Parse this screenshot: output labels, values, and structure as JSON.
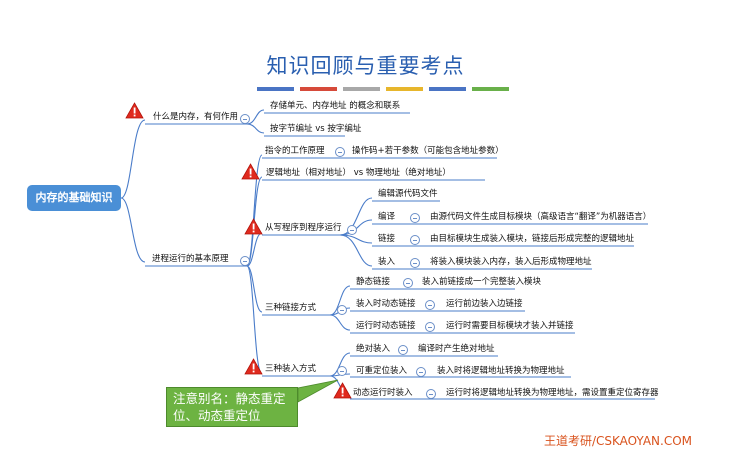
{
  "title": "知识回顾与重要考点",
  "color_bars": [
    "#4a74c4",
    "#d64a3a",
    "#a8a8a8",
    "#e7b62c",
    "#4a74c4",
    "#69b04a"
  ],
  "root": "内存的基础知识",
  "n1": {
    "label": "什么是内存，有何作用",
    "children": [
      "存储单元、内存地址 的概念和联系",
      "按字节编址 vs 按字编址"
    ]
  },
  "n2": {
    "label": "进程运行的基本原理",
    "instr": {
      "label": "指令的工作原理",
      "detail": "操作码+若干参数（可能包含地址参数）"
    },
    "addr": "逻辑地址（相对地址） vs 物理地址（绝对地址）",
    "prog": {
      "label": "从写程序到程序运行",
      "edit": "编辑源代码文件",
      "steps": [
        {
          "label": "编译",
          "detail": "由源代码文件生成目标模块（高级语言“翻译”为机器语言）"
        },
        {
          "label": "链接",
          "detail": "由目标模块生成装入模块，链接后形成完整的逻辑地址"
        },
        {
          "label": "装入",
          "detail": "将装入模块装入内存，装入后形成物理地址"
        }
      ]
    },
    "link": {
      "label": "三种链接方式",
      "items": [
        {
          "label": "静态链接",
          "detail": "装入前链接成一个完整装入模块"
        },
        {
          "label": "装入时动态链接",
          "detail": "运行前边装入边链接"
        },
        {
          "label": "运行时动态链接",
          "detail": "运行时需要目标模块才装入并链接"
        }
      ]
    },
    "load": {
      "label": "三种装入方式",
      "items": [
        {
          "label": "绝对装入",
          "detail": "编译时产生绝对地址"
        },
        {
          "label": "可重定位装入",
          "detail": "装入时将逻辑地址转换为物理地址"
        },
        {
          "label": "动态运行时装入",
          "detail": "运行时将逻辑地址转换为物理地址，需设置重定位寄存器"
        }
      ]
    }
  },
  "callout": "注意别名：静态重定位、动态重定位",
  "footer": "王道考研/CSKAOYAN.COM"
}
